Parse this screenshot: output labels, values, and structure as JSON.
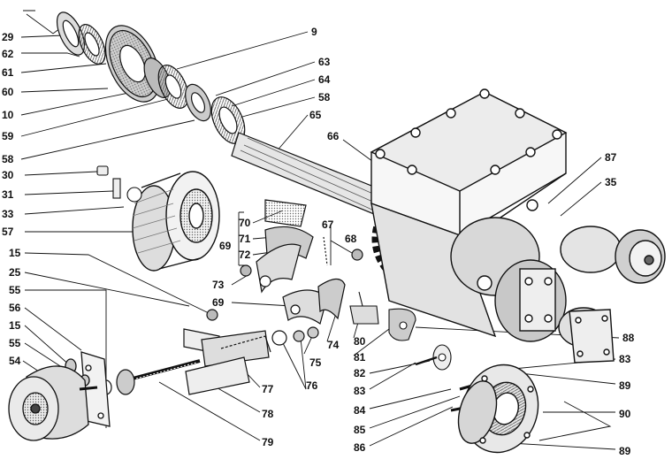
{
  "diagram": {
    "callouts": [
      {
        "id": "c29",
        "label": "29"
      },
      {
        "id": "c62",
        "label": "62"
      },
      {
        "id": "c61",
        "label": "61"
      },
      {
        "id": "c60",
        "label": "60"
      },
      {
        "id": "c10",
        "label": "10"
      },
      {
        "id": "c59",
        "label": "59"
      },
      {
        "id": "c58a",
        "label": "58"
      },
      {
        "id": "c30",
        "label": "30"
      },
      {
        "id": "c31",
        "label": "31"
      },
      {
        "id": "c33",
        "label": "33"
      },
      {
        "id": "c57",
        "label": "57"
      },
      {
        "id": "c15a",
        "label": "15"
      },
      {
        "id": "c25",
        "label": "25"
      },
      {
        "id": "c55a",
        "label": "55"
      },
      {
        "id": "c56",
        "label": "56"
      },
      {
        "id": "c15b",
        "label": "15"
      },
      {
        "id": "c55b",
        "label": "55"
      },
      {
        "id": "c54",
        "label": "54"
      },
      {
        "id": "c9",
        "label": "9"
      },
      {
        "id": "c63",
        "label": "63"
      },
      {
        "id": "c64",
        "label": "64"
      },
      {
        "id": "c58b",
        "label": "58"
      },
      {
        "id": "c65",
        "label": "65"
      },
      {
        "id": "c66",
        "label": "66"
      },
      {
        "id": "c87",
        "label": "87"
      },
      {
        "id": "c35",
        "label": "35"
      },
      {
        "id": "c70",
        "label": "70"
      },
      {
        "id": "c71",
        "label": "71"
      },
      {
        "id": "c69a",
        "label": "69"
      },
      {
        "id": "c72",
        "label": "72"
      },
      {
        "id": "c67",
        "label": "67"
      },
      {
        "id": "c68",
        "label": "68"
      },
      {
        "id": "c73",
        "label": "73"
      },
      {
        "id": "c69b",
        "label": "69"
      },
      {
        "id": "c74",
        "label": "74"
      },
      {
        "id": "c75",
        "label": "75"
      },
      {
        "id": "c76",
        "label": "76"
      },
      {
        "id": "c77",
        "label": "77"
      },
      {
        "id": "c78",
        "label": "78"
      },
      {
        "id": "c79",
        "label": "79"
      },
      {
        "id": "c80",
        "label": "80"
      },
      {
        "id": "c81",
        "label": "81"
      },
      {
        "id": "c82",
        "label": "82"
      },
      {
        "id": "c83a",
        "label": "83"
      },
      {
        "id": "c84",
        "label": "84"
      },
      {
        "id": "c85",
        "label": "85"
      },
      {
        "id": "c86",
        "label": "86"
      },
      {
        "id": "c88",
        "label": "88"
      },
      {
        "id": "c83b",
        "label": "83"
      },
      {
        "id": "c89a",
        "label": "89"
      },
      {
        "id": "c90",
        "label": "90"
      },
      {
        "id": "c89b",
        "label": "89"
      }
    ],
    "colors": {
      "ink": "#111111",
      "paper": "#ffffff",
      "shade": "#9a9a9a",
      "dark": "#444444"
    }
  }
}
